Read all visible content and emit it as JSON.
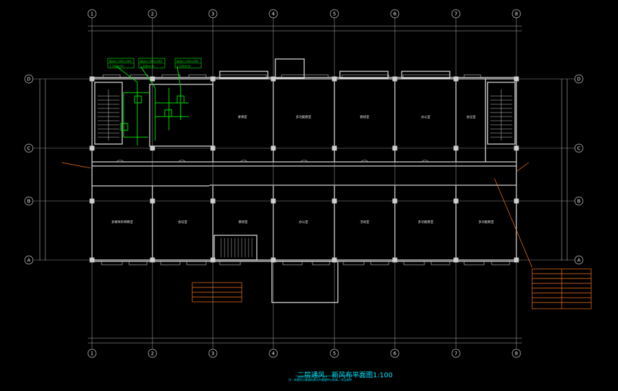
{
  "colors": {
    "background": "#000000",
    "wall": "#d8d8d8",
    "grid": "#9a9a9a",
    "column": "#cfcfcf",
    "duct": "#00e000",
    "orange": "#ff7a1a",
    "cyan": "#00e6ff",
    "label": "#e8e8e8"
  },
  "axes": {
    "vertical": [
      "1",
      "2",
      "3",
      "4",
      "5",
      "6",
      "7",
      "8"
    ],
    "horizontal": [
      "D",
      "C",
      "B",
      "A"
    ]
  },
  "rooms_upper": [
    "讲课室",
    "多功能教室",
    "教研室",
    "办公室",
    "会议室"
  ],
  "rooms_lower": [
    "多媒体阶梯教室",
    "会议室",
    "教研室",
    "办公室",
    "活动室",
    "多功能教室",
    "多功能教室"
  ],
  "duct_tags": [
    {
      "line1": "新风口 200×200",
      "line2": "1 150m³/h"
    },
    {
      "line1": "新风口 200×200",
      "line2": "1 200m³/h"
    },
    {
      "line1": "新风口 200×200",
      "line2": "1 250m³/h"
    }
  ],
  "title": "二层通风、新风布平面图1:100",
  "subtitle": "注：本图所示管道标高均为管道中心标高，详见说明"
}
